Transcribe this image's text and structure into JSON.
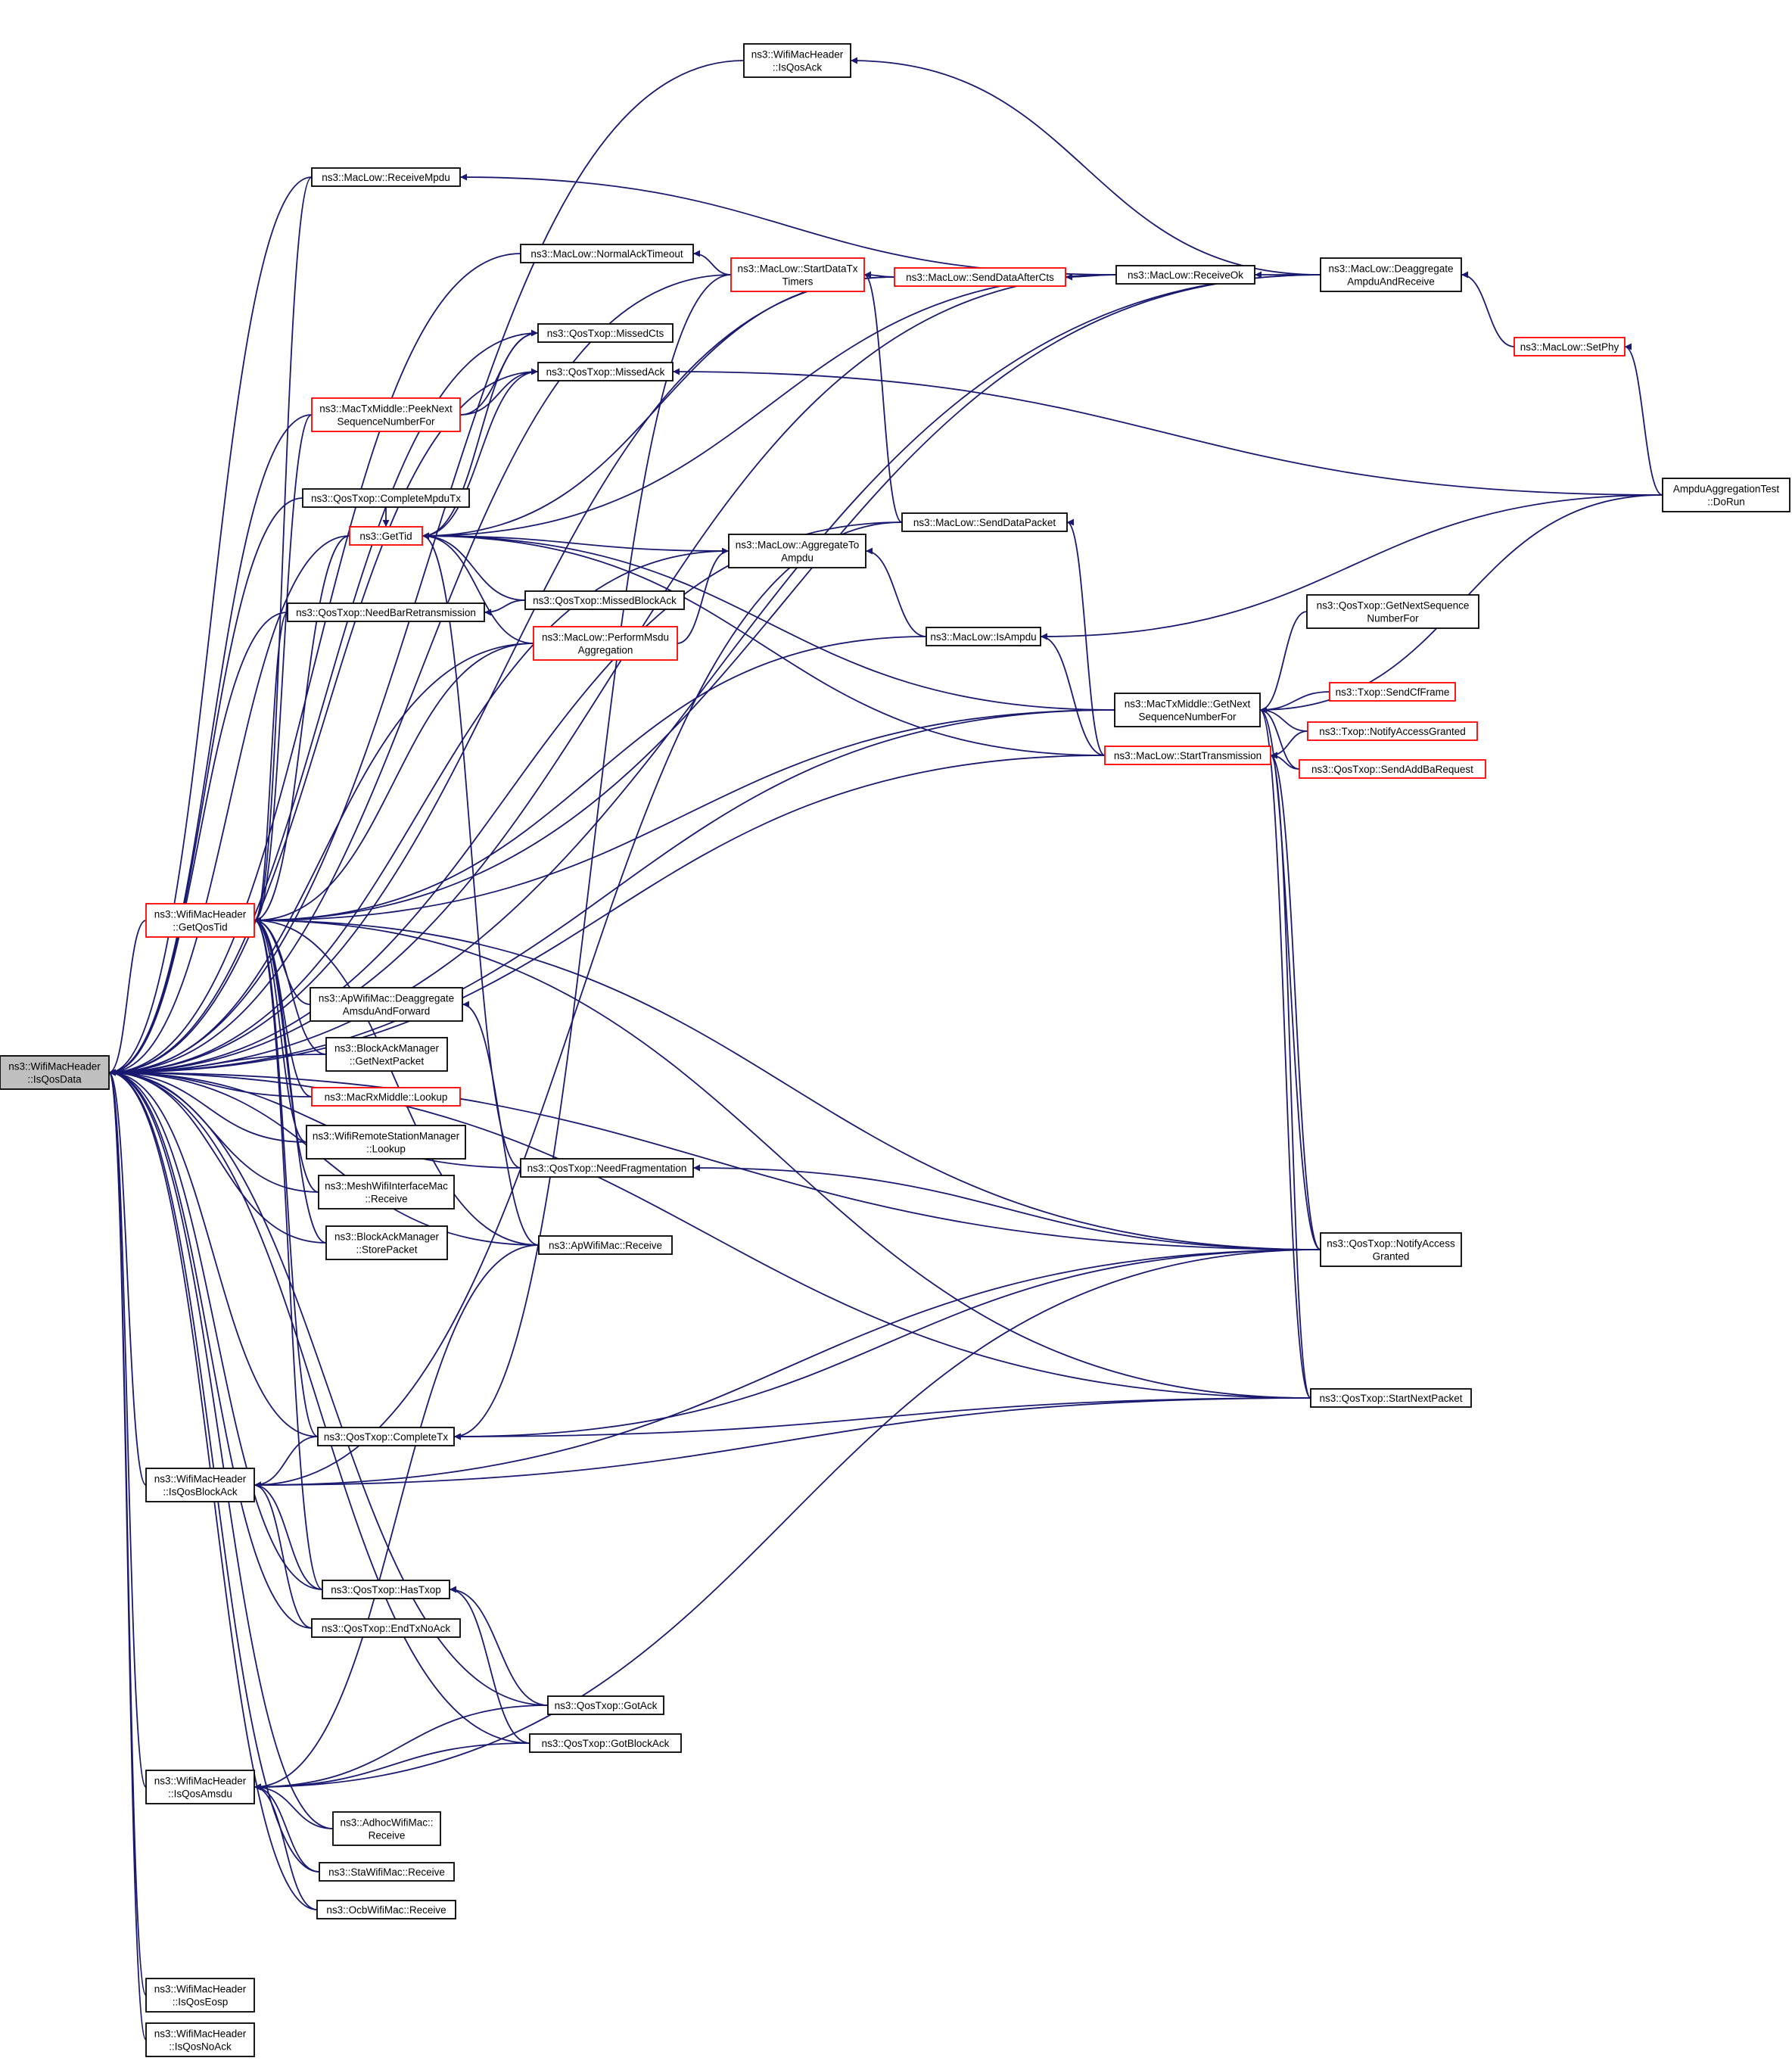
{
  "nodes": [
    {
      "id": "isqosdata",
      "lines": [
        "ns3::WifiMacHeader",
        "::IsQosData"
      ],
      "border": "grey"
    },
    {
      "id": "isqosack",
      "lines": [
        "ns3::WifiMacHeader",
        "::IsQosAck"
      ],
      "border": "black"
    },
    {
      "id": "receivempdu",
      "lines": [
        "ns3::MacLow::ReceiveMpdu"
      ],
      "border": "black"
    },
    {
      "id": "normalacktimeout",
      "lines": [
        "ns3::MacLow::NormalAckTimeout"
      ],
      "border": "black"
    },
    {
      "id": "startdatatxtimers",
      "lines": [
        "ns3::MacLow::StartDataTx",
        "Timers"
      ],
      "border": "red"
    },
    {
      "id": "senddataaftercts",
      "lines": [
        "ns3::MacLow::SendDataAfterCts"
      ],
      "border": "red"
    },
    {
      "id": "receiveok",
      "lines": [
        "ns3::MacLow::ReceiveOk"
      ],
      "border": "black"
    },
    {
      "id": "deaggregateampdu",
      "lines": [
        "ns3::MacLow::Deaggregate",
        "AmpduAndReceive"
      ],
      "border": "black"
    },
    {
      "id": "setphy",
      "lines": [
        "ns3::MacLow::SetPhy"
      ],
      "border": "red"
    },
    {
      "id": "ampdutestdorun",
      "lines": [
        "AmpduAggregationTest",
        "::DoRun"
      ],
      "border": "black"
    },
    {
      "id": "missedcts",
      "lines": [
        "ns3::QosTxop::MissedCts"
      ],
      "border": "black"
    },
    {
      "id": "missedack",
      "lines": [
        "ns3::QosTxop::MissedAck"
      ],
      "border": "black"
    },
    {
      "id": "peeknextseq",
      "lines": [
        "ns3::MacTxMiddle::PeekNext",
        "SequenceNumberFor"
      ],
      "border": "red"
    },
    {
      "id": "completempdutx",
      "lines": [
        "ns3::QosTxop::CompleteMpduTx"
      ],
      "border": "black"
    },
    {
      "id": "gettid",
      "lines": [
        "ns3::GetTid"
      ],
      "border": "red"
    },
    {
      "id": "aggregatetoampdu",
      "lines": [
        "ns3::MacLow::AggregateTo",
        "Ampdu"
      ],
      "border": "black"
    },
    {
      "id": "senddatapacket",
      "lines": [
        "ns3::MacLow::SendDataPacket"
      ],
      "border": "black"
    },
    {
      "id": "needbarretrans",
      "lines": [
        "ns3::QosTxop::NeedBarRetransmission"
      ],
      "border": "black"
    },
    {
      "id": "missedblockack",
      "lines": [
        "ns3::QosTxop::MissedBlockAck"
      ],
      "border": "black"
    },
    {
      "id": "performmsdu",
      "lines": [
        "ns3::MacLow::PerformMsdu",
        "Aggregation"
      ],
      "border": "red"
    },
    {
      "id": "isampdu",
      "lines": [
        "ns3::MacLow::IsAmpdu"
      ],
      "border": "black"
    },
    {
      "id": "getnextseqnumqos",
      "lines": [
        "ns3::QosTxop::GetNextSequence",
        "NumberFor"
      ],
      "border": "black"
    },
    {
      "id": "getnextseqmiddle",
      "lines": [
        "ns3::MacTxMiddle::GetNext",
        "SequenceNumberFor"
      ],
      "border": "black"
    },
    {
      "id": "sendcfframe",
      "lines": [
        "ns3::Txop::SendCfFrame"
      ],
      "border": "red"
    },
    {
      "id": "txopnotifyaccess",
      "lines": [
        "ns3::Txop::NotifyAccessGranted"
      ],
      "border": "red"
    },
    {
      "id": "starttransmission",
      "lines": [
        "ns3::MacLow::StartTransmission"
      ],
      "border": "red"
    },
    {
      "id": "sendaddbarequest",
      "lines": [
        "ns3::QosTxop::SendAddBaRequest"
      ],
      "border": "red"
    },
    {
      "id": "getqostid",
      "lines": [
        "ns3::WifiMacHeader",
        "::GetQosTid"
      ],
      "border": "red"
    },
    {
      "id": "apdeaggregate",
      "lines": [
        "ns3::ApWifiMac::Deaggregate",
        "AmsduAndForward"
      ],
      "border": "black"
    },
    {
      "id": "bamgetnextpacket",
      "lines": [
        "ns3::BlockAckManager",
        "::GetNextPacket"
      ],
      "border": "black"
    },
    {
      "id": "macrxlookup",
      "lines": [
        "ns3::MacRxMiddle::Lookup"
      ],
      "border": "red"
    },
    {
      "id": "remotestationlookup",
      "lines": [
        "ns3::WifiRemoteStationManager",
        "::Lookup"
      ],
      "border": "black"
    },
    {
      "id": "meshreceive",
      "lines": [
        "ns3::MeshWifiInterfaceMac",
        "::Receive"
      ],
      "border": "black"
    },
    {
      "id": "bamstorepacket",
      "lines": [
        "ns3::BlockAckManager",
        "::StorePacket"
      ],
      "border": "black"
    },
    {
      "id": "needfragmentation",
      "lines": [
        "ns3::QosTxop::NeedFragmentation"
      ],
      "border": "black"
    },
    {
      "id": "apreceive",
      "lines": [
        "ns3::ApWifiMac::Receive"
      ],
      "border": "black"
    },
    {
      "id": "qosnotifyaccess",
      "lines": [
        "ns3::QosTxop::NotifyAccess",
        "Granted"
      ],
      "border": "black"
    },
    {
      "id": "startnextpacket",
      "lines": [
        "ns3::QosTxop::StartNextPacket"
      ],
      "border": "black"
    },
    {
      "id": "completetx",
      "lines": [
        "ns3::QosTxop::CompleteTx"
      ],
      "border": "black"
    },
    {
      "id": "isqosblockack",
      "lines": [
        "ns3::WifiMacHeader",
        "::IsQosBlockAck"
      ],
      "border": "black"
    },
    {
      "id": "hastxop",
      "lines": [
        "ns3::QosTxop::HasTxop"
      ],
      "border": "black"
    },
    {
      "id": "endtxnoack",
      "lines": [
        "ns3::QosTxop::EndTxNoAck"
      ],
      "border": "black"
    },
    {
      "id": "gotack",
      "lines": [
        "ns3::QosTxop::GotAck"
      ],
      "border": "black"
    },
    {
      "id": "gotblockack",
      "lines": [
        "ns3::QosTxop::GotBlockAck"
      ],
      "border": "black"
    },
    {
      "id": "isqosamsdu",
      "lines": [
        "ns3::WifiMacHeader",
        "::IsQosAmsdu"
      ],
      "border": "black"
    },
    {
      "id": "adhocreceive",
      "lines": [
        "ns3::AdhocWifiMac::",
        "Receive"
      ],
      "border": "black"
    },
    {
      "id": "stareceive",
      "lines": [
        "ns3::StaWifiMac::Receive"
      ],
      "border": "black"
    },
    {
      "id": "ocbreceive",
      "lines": [
        "ns3::OcbWifiMac::Receive"
      ],
      "border": "black"
    },
    {
      "id": "isqoseosp",
      "lines": [
        "ns3::WifiMacHeader",
        "::IsQosEosp"
      ],
      "border": "black"
    },
    {
      "id": "isqosnoack",
      "lines": [
        "ns3::WifiMacHeader",
        "::IsQosNoAck"
      ],
      "border": "black"
    }
  ],
  "edges": [
    [
      "isqosdata",
      "isqosack"
    ],
    [
      "isqosdata",
      "receivempdu"
    ],
    [
      "isqosdata",
      "normalacktimeout"
    ],
    [
      "isqosdata",
      "startdatatxtimers"
    ],
    [
      "isqosdata",
      "senddataaftercts"
    ],
    [
      "isqosdata",
      "receiveok"
    ],
    [
      "isqosdata",
      "deaggregateampdu"
    ],
    [
      "isqosdata",
      "missedcts"
    ],
    [
      "isqosdata",
      "missedack"
    ],
    [
      "isqosdata",
      "peeknextseq"
    ],
    [
      "isqosdata",
      "completempdutx"
    ],
    [
      "isqosdata",
      "gettid"
    ],
    [
      "isqosdata",
      "aggregatetoampdu"
    ],
    [
      "isqosdata",
      "needbarretrans"
    ],
    [
      "isqosdata",
      "performmsdu"
    ],
    [
      "isqosdata",
      "senddatapacket"
    ],
    [
      "isqosdata",
      "starttransmission"
    ],
    [
      "isqosdata",
      "getnextseqmiddle"
    ],
    [
      "isqosdata",
      "getqostid"
    ],
    [
      "isqosdata",
      "bamgetnextpacket"
    ],
    [
      "isqosdata",
      "macrxlookup"
    ],
    [
      "isqosdata",
      "remotestationlookup"
    ],
    [
      "isqosdata",
      "meshreceive"
    ],
    [
      "isqosdata",
      "bamstorepacket"
    ],
    [
      "isqosdata",
      "needfragmentation"
    ],
    [
      "isqosdata",
      "apreceive"
    ],
    [
      "isqosdata",
      "qosnotifyaccess"
    ],
    [
      "isqosdata",
      "startnextpacket"
    ],
    [
      "isqosdata",
      "completetx"
    ],
    [
      "isqosdata",
      "isqosblockack"
    ],
    [
      "isqosdata",
      "hastxop"
    ],
    [
      "isqosdata",
      "endtxnoack"
    ],
    [
      "isqosdata",
      "gotack"
    ],
    [
      "isqosdata",
      "gotblockack"
    ],
    [
      "isqosdata",
      "isqosamsdu"
    ],
    [
      "isqosdata",
      "adhocreceive"
    ],
    [
      "isqosdata",
      "stareceive"
    ],
    [
      "isqosdata",
      "ocbreceive"
    ],
    [
      "isqosdata",
      "isqoseosp"
    ],
    [
      "isqosdata",
      "isqosnoack"
    ],
    [
      "isqosack",
      "deaggregateampdu"
    ],
    [
      "receivempdu",
      "receiveok"
    ],
    [
      "normalacktimeout",
      "startdatatxtimers"
    ],
    [
      "startdatatxtimers",
      "senddataaftercts"
    ],
    [
      "startdatatxtimers",
      "senddatapacket"
    ],
    [
      "senddataaftercts",
      "receiveok"
    ],
    [
      "receiveok",
      "deaggregateampdu"
    ],
    [
      "deaggregateampdu",
      "setphy"
    ],
    [
      "setphy",
      "ampdutestdorun"
    ],
    [
      "missedcts",
      "peeknextseq"
    ],
    [
      "missedack",
      "peeknextseq"
    ],
    [
      "missedack",
      "ampdutestdorun"
    ],
    [
      "gettid",
      "missedcts"
    ],
    [
      "gettid",
      "missedack"
    ],
    [
      "gettid",
      "completempdutx"
    ],
    [
      "gettid",
      "aggregatetoampdu"
    ],
    [
      "gettid",
      "missedblockack"
    ],
    [
      "gettid",
      "performmsdu"
    ],
    [
      "gettid",
      "needfragmentation"
    ],
    [
      "gettid",
      "receiveok"
    ],
    [
      "gettid",
      "senddataaftercts"
    ],
    [
      "gettid",
      "starttransmission"
    ],
    [
      "gettid",
      "getnextseqmiddle"
    ],
    [
      "aggregatetoampdu",
      "isampdu"
    ],
    [
      "aggregatetoampdu",
      "performmsdu"
    ],
    [
      "senddatapacket",
      "starttransmission"
    ],
    [
      "needbarretrans",
      "missedblockack"
    ],
    [
      "isampdu",
      "starttransmission"
    ],
    [
      "isampdu",
      "ampdutestdorun"
    ],
    [
      "getnextseqmiddle",
      "getnextseqnumqos"
    ],
    [
      "getnextseqmiddle",
      "sendcfframe"
    ],
    [
      "getnextseqmiddle",
      "txopnotifyaccess"
    ],
    [
      "getnextseqmiddle",
      "sendaddbarequest"
    ],
    [
      "getnextseqmiddle",
      "qosnotifyaccess"
    ],
    [
      "getnextseqmiddle",
      "startnextpacket"
    ],
    [
      "getnextseqmiddle",
      "ampdutestdorun"
    ],
    [
      "starttransmission",
      "sendaddbarequest"
    ],
    [
      "starttransmission",
      "qosnotifyaccess"
    ],
    [
      "starttransmission",
      "startnextpacket"
    ],
    [
      "starttransmission",
      "txopnotifyaccess"
    ],
    [
      "getqostid",
      "gettid"
    ],
    [
      "getqostid",
      "peeknextseq"
    ],
    [
      "getqostid",
      "receivempdu"
    ],
    [
      "getqostid",
      "needbarretrans"
    ],
    [
      "getqostid",
      "performmsdu"
    ],
    [
      "getqostid",
      "isampdu"
    ],
    [
      "getqostid",
      "deaggregateampdu"
    ],
    [
      "getqostid",
      "getnextseqmiddle"
    ],
    [
      "getqostid",
      "apdeaggregate"
    ],
    [
      "getqostid",
      "bamgetnextpacket"
    ],
    [
      "getqostid",
      "macrxlookup"
    ],
    [
      "getqostid",
      "remotestationlookup"
    ],
    [
      "getqostid",
      "meshreceive"
    ],
    [
      "getqostid",
      "bamstorepacket"
    ],
    [
      "getqostid",
      "apreceive"
    ],
    [
      "getqostid",
      "qosnotifyaccess"
    ],
    [
      "getqostid",
      "startnextpacket"
    ],
    [
      "getqostid",
      "completetx"
    ],
    [
      "getqostid",
      "hastxop"
    ],
    [
      "apdeaggregate",
      "apreceive"
    ],
    [
      "needfragmentation",
      "qosnotifyaccess"
    ],
    [
      "completetx",
      "qosnotifyaccess"
    ],
    [
      "completetx",
      "startnextpacket"
    ],
    [
      "completetx",
      "startdatatxtimers"
    ],
    [
      "isqosblockack",
      "completetx"
    ],
    [
      "isqosblockack",
      "hastxop"
    ],
    [
      "isqosblockack",
      "endtxnoack"
    ],
    [
      "isqosblockack",
      "qosnotifyaccess"
    ],
    [
      "isqosblockack",
      "startnextpacket"
    ],
    [
      "isqosblockack",
      "senddatapacket"
    ],
    [
      "hastxop",
      "gotack"
    ],
    [
      "hastxop",
      "gotblockack"
    ],
    [
      "isqosamsdu",
      "apreceive"
    ],
    [
      "isqosamsdu",
      "gotack"
    ],
    [
      "isqosamsdu",
      "adhocreceive"
    ],
    [
      "isqosamsdu",
      "stareceive"
    ],
    [
      "isqosamsdu",
      "ocbreceive"
    ],
    [
      "isqosamsdu",
      "qosnotifyaccess"
    ],
    [
      "isqosamsdu",
      "gotblockack"
    ]
  ]
}
